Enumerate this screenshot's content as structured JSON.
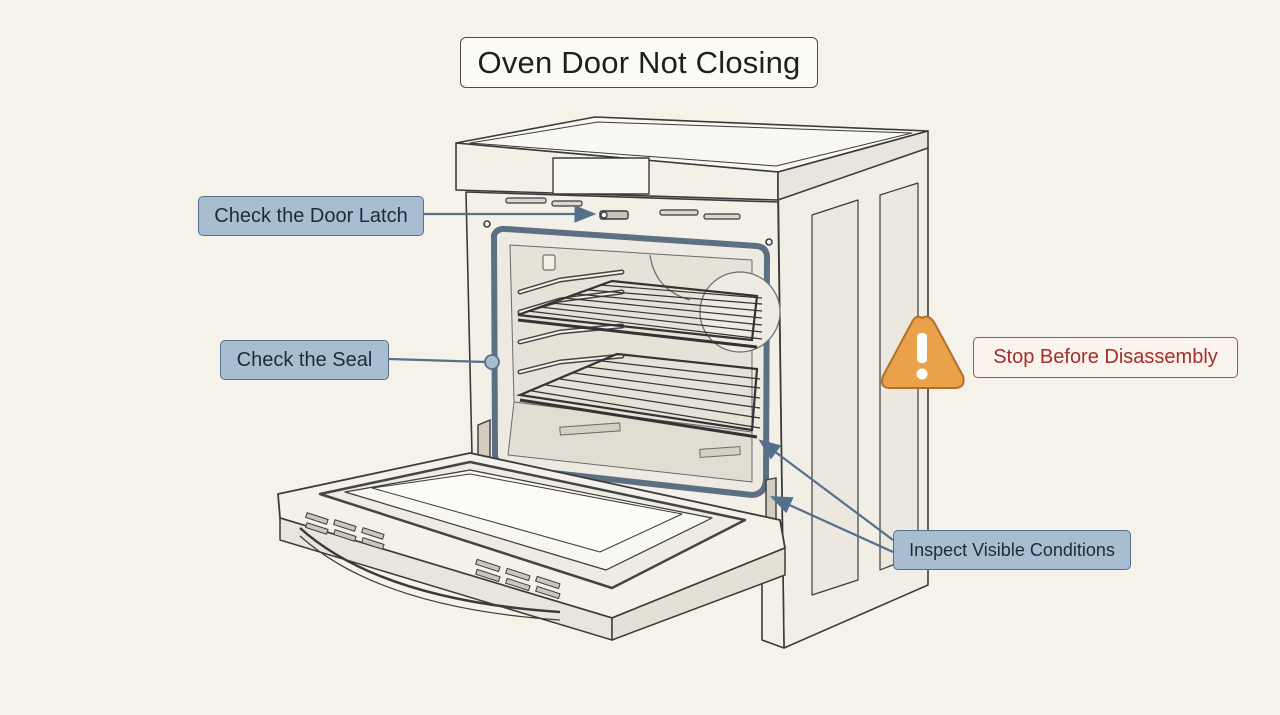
{
  "title": "Oven Door Not Closing",
  "callouts": {
    "door_latch": "Check the Door Latch",
    "seal": "Check the Seal",
    "visible_conditions": "Inspect Visible Conditions",
    "warning": "Stop Before Disassembly"
  },
  "icons": {
    "warning": "warning-triangle-icon"
  },
  "colors": {
    "callout_fill": "#a9bdd1",
    "callout_border": "#56708c",
    "warning_fill": "#e9a14a",
    "warning_text": "#a52e2a",
    "sketch_line": "#3b3b3b"
  }
}
